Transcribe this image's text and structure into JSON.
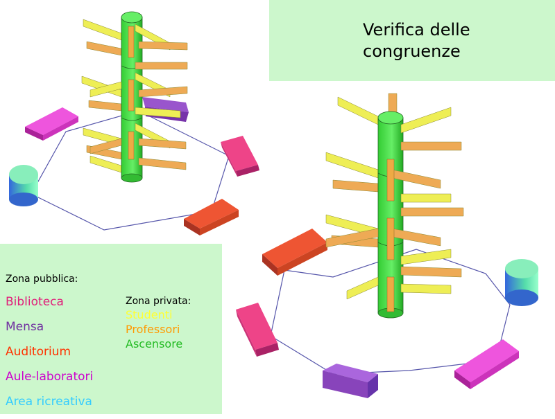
{
  "title": {
    "line1": "Verifica delle",
    "line2": "congruenze"
  },
  "legend": {
    "public_heading": "Zona pubblica:",
    "public_items": [
      {
        "label": "Biblioteca",
        "color": "#e0207a"
      },
      {
        "label": "Mensa",
        "color": "#7030a0"
      },
      {
        "label": "Auditorium",
        "color": "#ff3300"
      },
      {
        "label": "Aule-laboratori",
        "color": "#cc00cc"
      },
      {
        "label": "Area ricreativa",
        "color": "#33ccff"
      }
    ],
    "private_heading": "Zona privata:",
    "private_items": [
      {
        "label": "Studenti",
        "color": "#ffff33"
      },
      {
        "label": "Professori",
        "color": "#ff9900"
      },
      {
        "label": "Ascensore",
        "color": "#22bb22"
      }
    ]
  },
  "colors": {
    "panel": "#ccf7cc",
    "tower": "#44dd44",
    "studenti": "#eeee44",
    "professori": "#eeaa44",
    "path": "#5555aa"
  }
}
